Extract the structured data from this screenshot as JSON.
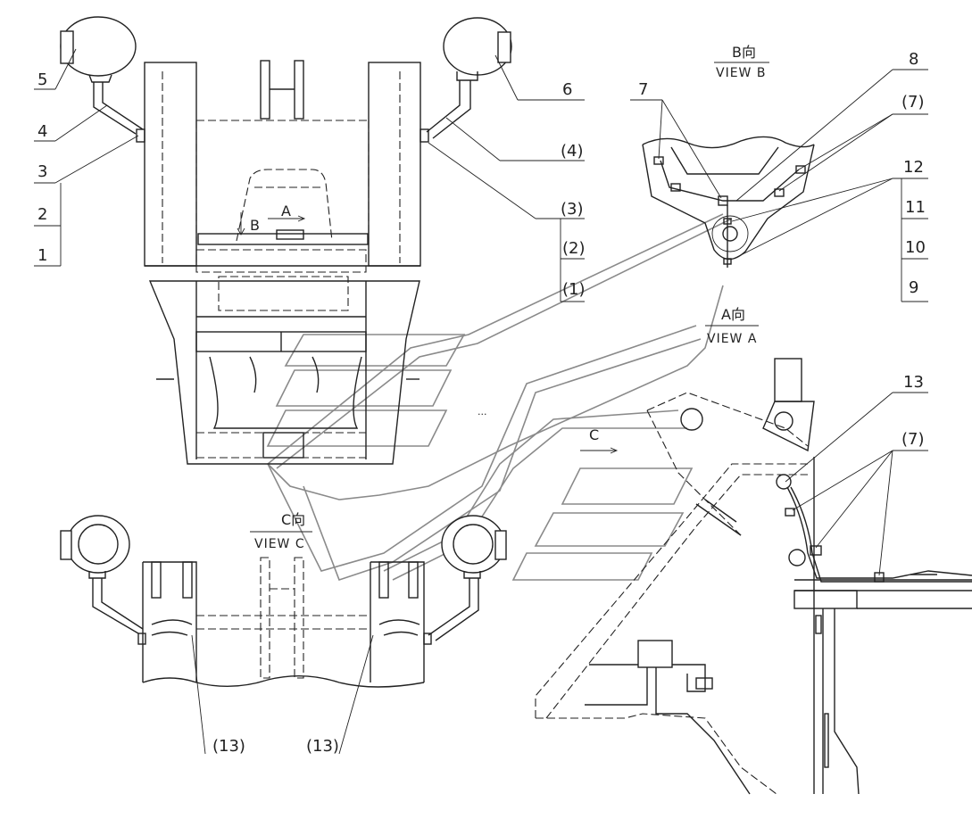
{
  "views": {
    "view_b": {
      "cn": "B向",
      "en": "VIEW B"
    },
    "view_a": {
      "cn": "A向",
      "en": "VIEW A"
    },
    "view_c": {
      "cn": "C向",
      "en": "VIEW C"
    }
  },
  "arrows": {
    "a": "A",
    "b": "B",
    "c": "C"
  },
  "callouts": {
    "c1": "1",
    "c2": "2",
    "c3": "3",
    "c4": "4",
    "c5": "5",
    "c6": "6",
    "c4p": "(4)",
    "c3p": "(3)",
    "c2p": "(2)",
    "c1p": "(1)",
    "c7": "7",
    "c8": "8",
    "c7p_b": "(7)",
    "c12": "12",
    "c11": "11",
    "c10": "10",
    "c9": "9",
    "c13": "13",
    "c7p_a": "(7)",
    "c13p_left": "(13)",
    "c13p_right": "(13)"
  }
}
